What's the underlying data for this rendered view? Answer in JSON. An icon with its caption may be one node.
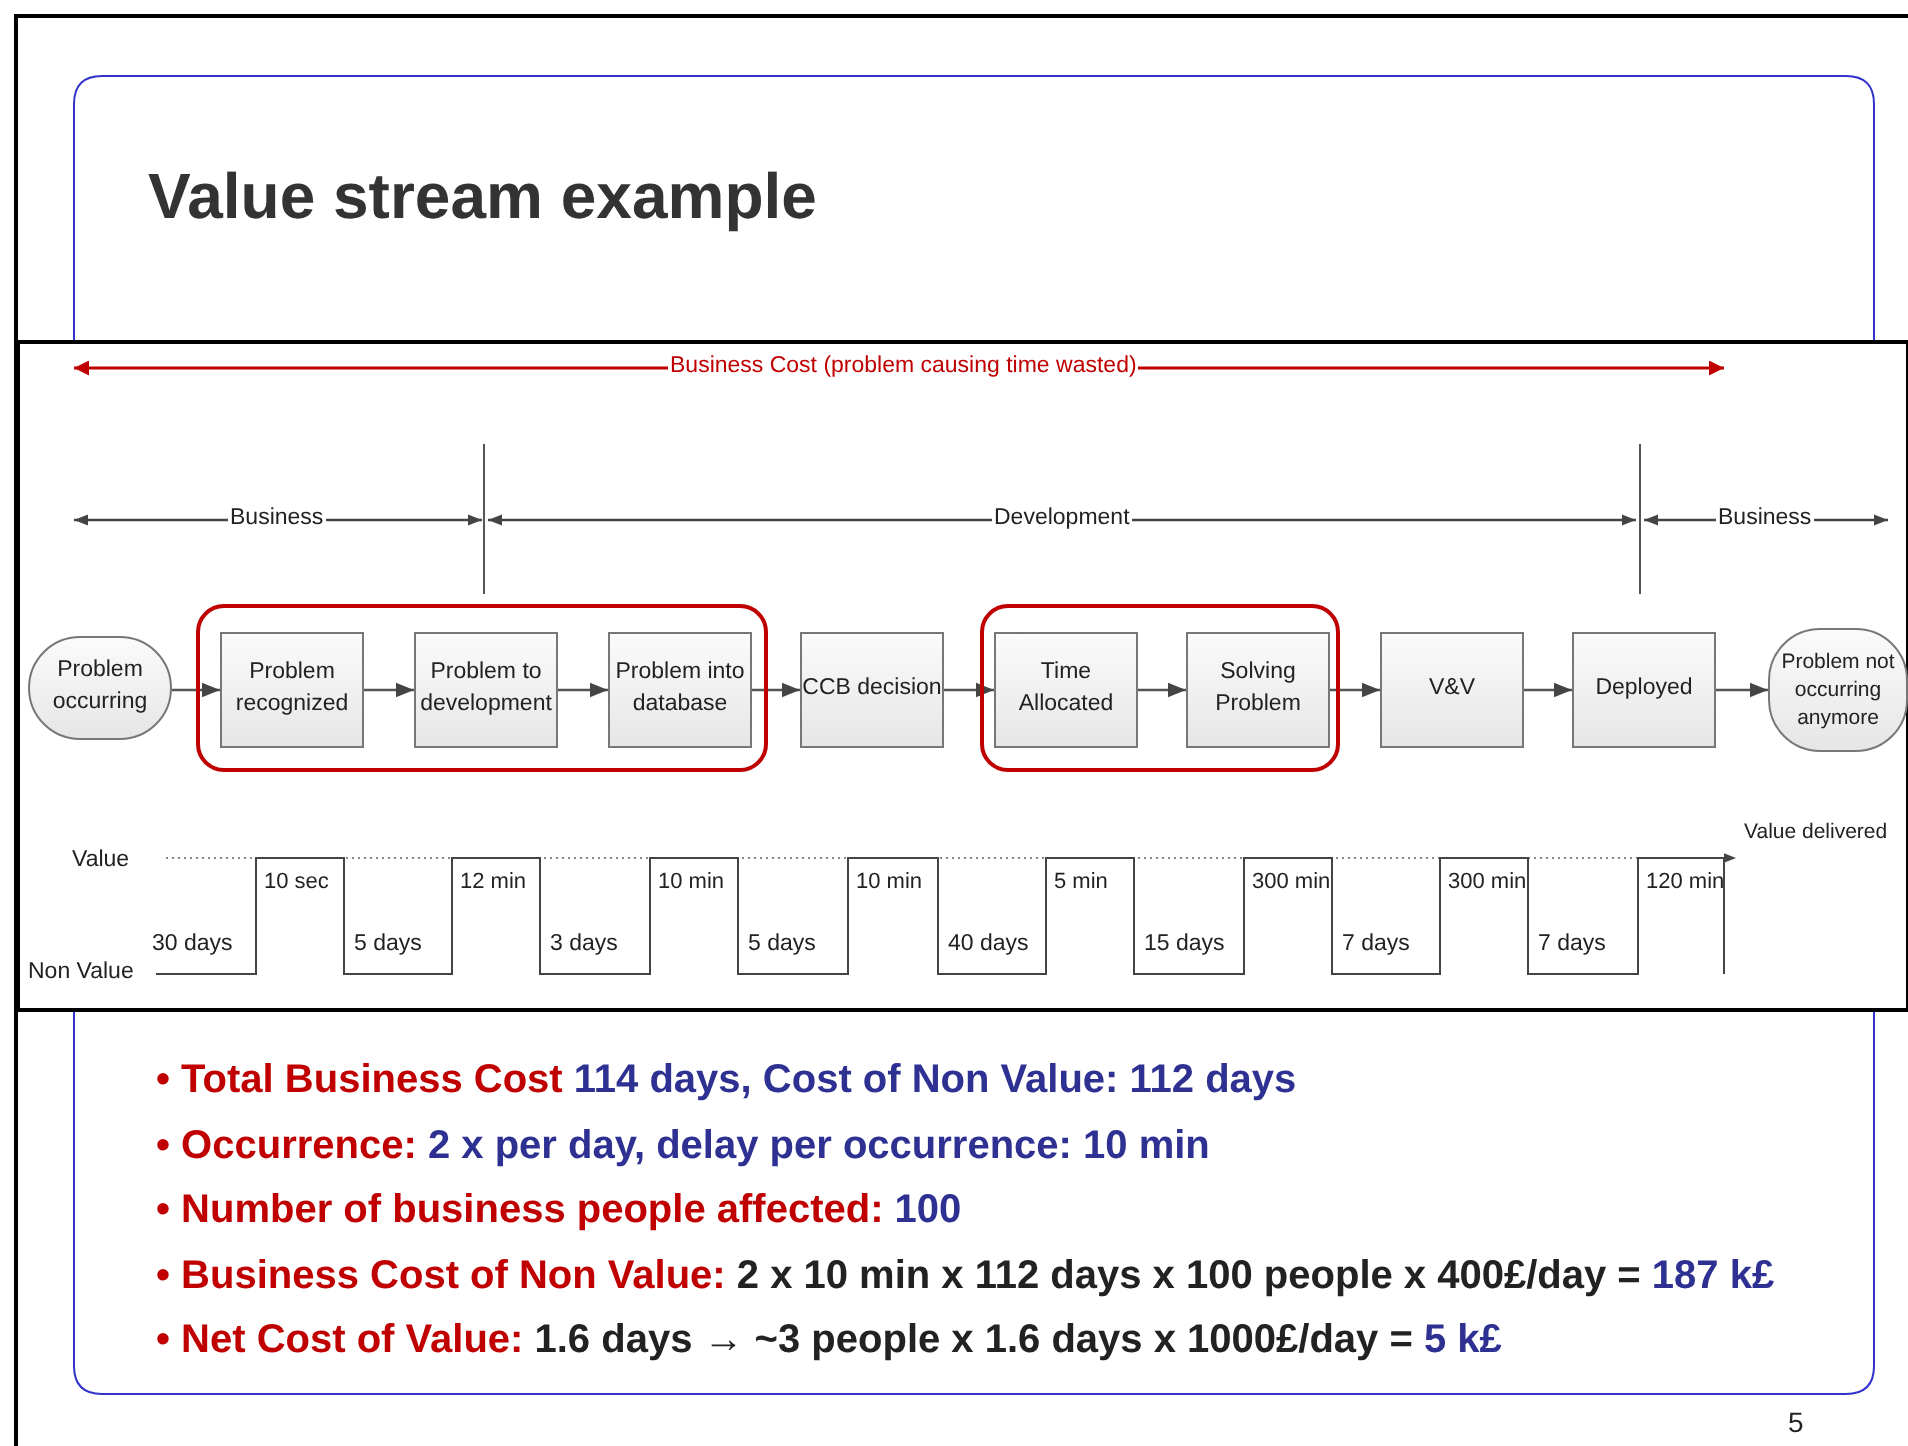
{
  "diagram": {
    "title": "Value stream example",
    "nodes": [
      {
        "text": [
          "Problem occurring"
        ]
      },
      {
        "text": [],
        "shape": "box"
      },
      {
        "text": [
          "Problem recognized"
        ],
        "in": 1
      },
      {
        "text": [
          "Problem to development"
        ],
        "in": 1
      },
      {
        "text": [
          "Problem into database"
        ],
        "in": 1
      },
      {
        "text": [
          "CCB decision"
        ]
      },
      {
        "text": [],
        "shape": "box"
      },
      {
        "text": [
          "Time Allocated"
        ],
        "in": 6
      },
      {
        "text": [
          "Solving Problem"
        ],
        "in": 6
      },
      {
        "text": [
          "V&V"
        ]
      },
      {
        "text": [
          "Deployed"
        ]
      },
      {
        "text": [
          "Problem not occurring anymore"
        ]
      }
    ],
    "edges": [
      {
        "from": 0,
        "to": 2,
        "arrow": "to"
      },
      {
        "from": 2,
        "to": 3,
        "arrow": "to"
      },
      {
        "from": 3,
        "to": 4,
        "arrow": "to"
      },
      {
        "from": 4,
        "to": 5,
        "arrow": "to"
      },
      {
        "from": 5,
        "to": 7,
        "arrow": "to"
      },
      {
        "from": 7,
        "to": 8,
        "arrow": "to"
      },
      {
        "from": 8,
        "to": 9,
        "arrow": "to"
      },
      {
        "from": 9,
        "to": 10,
        "arrow": "to"
      },
      {
        "from": 10,
        "to": 11,
        "arrow": "to"
      }
    ],
    "labels": [
      "Business Cost (problem causing time wasted)",
      "Business",
      "Development",
      "Business",
      "Value",
      "Value delivered",
      "10 sec",
      "12 min",
      "10 min",
      "10 min",
      "5 min",
      "300 min",
      "300 min",
      "120 min",
      "Non Value",
      "30 days",
      "5 days",
      "3 days",
      "5 days",
      "40 days",
      "15 days",
      "7 days",
      "7 days",
      "• Total Business Cost 114 days, Cost of Non Value: 112 days",
      "• Occurrence: 2 x per day, delay per occurrence: 10 min",
      "• Number of business people affected: 100",
      "• Business Cost of Non Value: 2 x 10 min x 112 days x 100 people x 400£/day = 187 k£",
      "• Net Cost of Value: 1.6 days → ~3 people x 1.6 days x 1000£/day = 5 k£",
      "5"
    ]
  }
}
